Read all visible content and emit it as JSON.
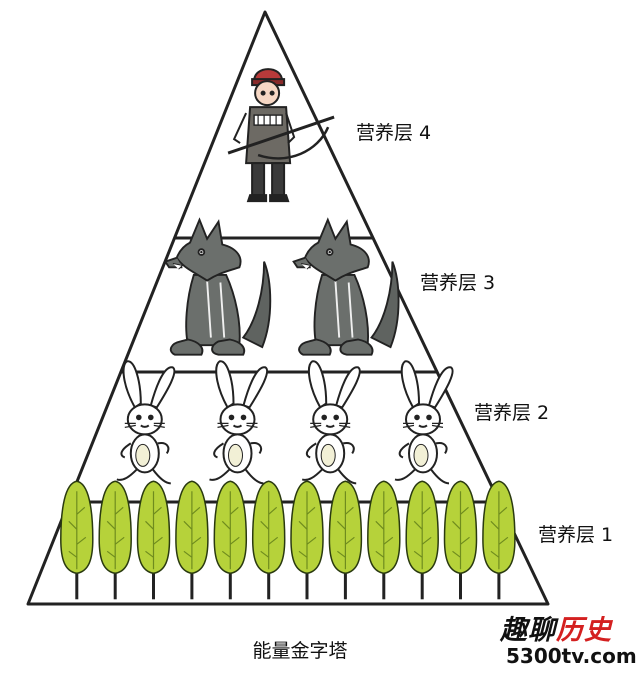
{
  "diagram": {
    "title": "能量金字塔",
    "levels": [
      {
        "label": "营养层 4",
        "organism": "hunter-icon",
        "count": 1
      },
      {
        "label": "营养层 3",
        "organism": "wolf-icon",
        "count": 2
      },
      {
        "label": "营养层 2",
        "organism": "rabbit-icon",
        "count": 4
      },
      {
        "label": "营养层 1",
        "organism": "tree-icon",
        "count": 12
      }
    ]
  },
  "watermark": {
    "brand_part1": "趣聊",
    "brand_part2": "历史",
    "url": "5300tv.com"
  },
  "colors": {
    "outline": "#222222",
    "tree": "#b6d23a",
    "wolf": "#6b6f6c",
    "hunter_hat": "#b83a3a",
    "brand_red": "#d42020"
  }
}
